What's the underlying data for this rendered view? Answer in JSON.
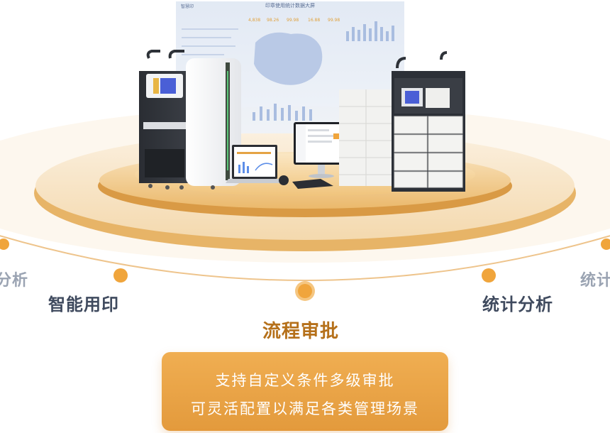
{
  "features": {
    "left": "智能用印",
    "center": "流程审批",
    "right": "统计分析",
    "edge_left": "分析",
    "edge_right": "统计"
  },
  "description": {
    "line1": "支持自定义条件多级审批",
    "line2": "可灵活配置以满足各类管理场景"
  },
  "dashboard": {
    "title": "印章使用统计数据大屏",
    "logo": "智慧印",
    "stats": [
      "4,838",
      "98.26",
      "99.98",
      "16.88",
      "99.98"
    ]
  },
  "colors": {
    "accent": "#f0a53c",
    "accent_dark": "#b5701a",
    "text": "#3f4a5e"
  },
  "active_index": 1
}
